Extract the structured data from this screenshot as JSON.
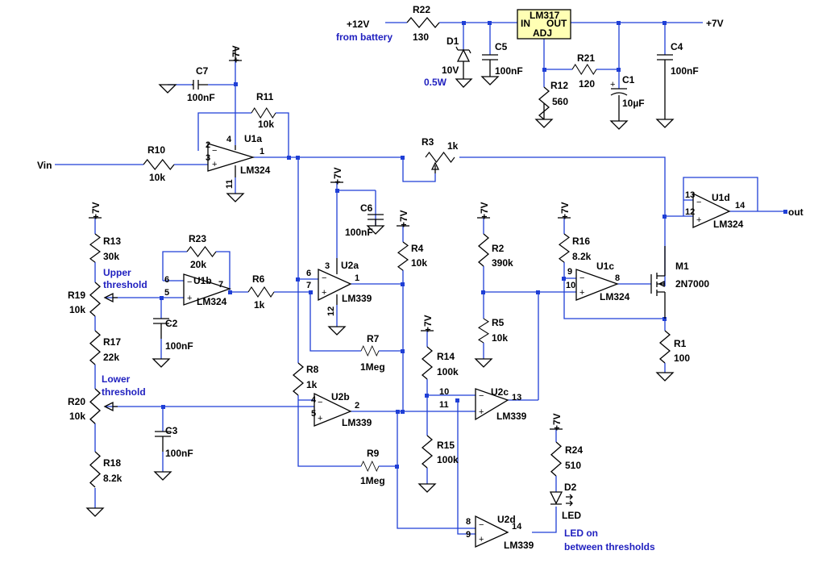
{
  "supply": {
    "v12": "+12V",
    "from_battery": "from battery",
    "v7": "+7V",
    "half_watt": "0.5W"
  },
  "regulator": {
    "name": "LM317",
    "in": "IN",
    "out": "OUT",
    "adj": "ADJ"
  },
  "io": {
    "vin": "Vin",
    "out": "out"
  },
  "opamps": {
    "u1a": "U1a",
    "u1b": "U1b",
    "u1c": "U1c",
    "u1d": "U1d",
    "u2a": "U2a",
    "u2b": "U2b",
    "u2c": "U2c",
    "u2d": "U2d",
    "lm324": "LM324",
    "lm339": "LM339"
  },
  "resistors": {
    "r1": "R1",
    "r1v": "100",
    "r2": "R2",
    "r2v": "390k",
    "r3": "R3",
    "r3v": "1k",
    "r4": "R4",
    "r4v": "10k",
    "r5": "R5",
    "r5v": "10k",
    "r6": "R6",
    "r6v": "1k",
    "r7": "R7",
    "r7v": "1Meg",
    "r8": "R8",
    "r8v": "1k",
    "r9": "R9",
    "r9v": "1Meg",
    "r10": "R10",
    "r10v": "10k",
    "r11": "R11",
    "r11v": "10k",
    "r12": "R12",
    "r12v": "560",
    "r13": "R13",
    "r13v": "30k",
    "r14": "R14",
    "r14v": "100k",
    "r15": "R15",
    "r15v": "100k",
    "r16": "R16",
    "r16v": "8.2k",
    "r17": "R17",
    "r17v": "22k",
    "r18": "R18",
    "r18v": "8.2k",
    "r19": "R19",
    "r19v": "10k",
    "r20": "R20",
    "r20v": "10k",
    "r21": "R21",
    "r21v": "120",
    "r22": "R22",
    "r22v": "130",
    "r23": "R23",
    "r23v": "20k",
    "r24": "R24",
    "r24v": "510"
  },
  "capacitors": {
    "c1": "C1",
    "c1v": "10µF",
    "c2": "C2",
    "c2v": "100nF",
    "c3": "C3",
    "c3v": "100nF",
    "c4": "C4",
    "c4v": "100nF",
    "c5": "C5",
    "c5v": "100nF",
    "c6": "C6",
    "c6v": "100nF",
    "c7": "C7",
    "c7v": "100nF"
  },
  "semis": {
    "d1": "D1",
    "d1v": "10V",
    "d2": "D2",
    "d2v": "LED",
    "m1": "M1",
    "m1v": "2N7000"
  },
  "notes": {
    "upper1": "Upper",
    "upper2": "threshold",
    "lower1": "Lower",
    "lower2": "threshold",
    "led1": "LED on",
    "led2": "between thresholds"
  },
  "pins": {
    "p1": "1",
    "p2": "2",
    "p3": "3",
    "p4": "4",
    "p5": "5",
    "p6": "6",
    "p7": "7",
    "p8": "8",
    "p9": "9",
    "p10": "10",
    "p11": "11",
    "p12": "12",
    "p13": "13",
    "p14": "14"
  },
  "colors": {
    "wire": "#1f3fd6",
    "component": "#000000",
    "regulator_fill": "#ffffb4",
    "annotation": "#1f1fbf"
  }
}
